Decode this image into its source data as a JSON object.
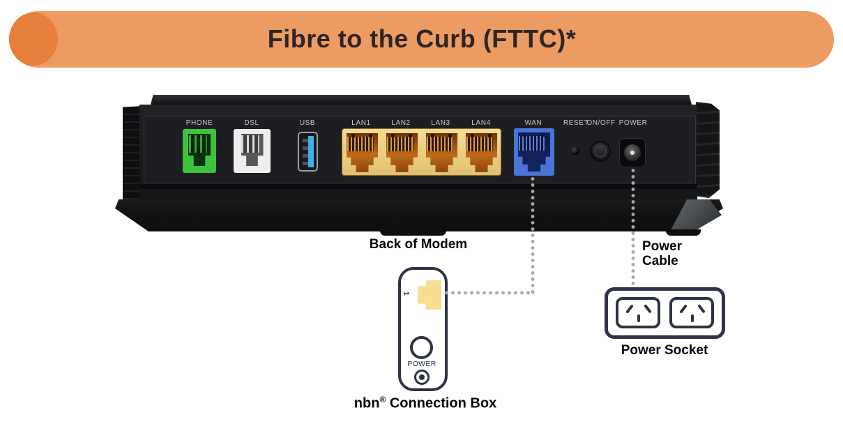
{
  "header": {
    "title": "Fibre to the Curb (FTTC)*",
    "banner_color": "#EC9C63",
    "circle_color": "#E87E3B",
    "title_color": "#2B2526"
  },
  "modem": {
    "caption": "Back of Modem",
    "port_labels": [
      "PHONE",
      "DSL",
      "USB",
      "LAN1",
      "LAN2",
      "LAN3",
      "LAN4",
      "WAN",
      "RESET",
      "ON/OFF",
      "POWER"
    ],
    "port_colors": {
      "phone": "#3EC43C",
      "dsl": "#EDEDED",
      "usb": "#3FB0E8",
      "lan": "#EED388",
      "wan": "#4A74D8"
    }
  },
  "connection_box": {
    "brand": "nbn",
    "registered": "®",
    "caption_rest": " Connection Box",
    "port_number": "1",
    "power_label": "POWER",
    "outline_color": "#2E3345"
  },
  "power": {
    "cable_label": "Power Cable",
    "socket_label": "Power Socket"
  },
  "cable_dot_color": "#A9A9A9"
}
